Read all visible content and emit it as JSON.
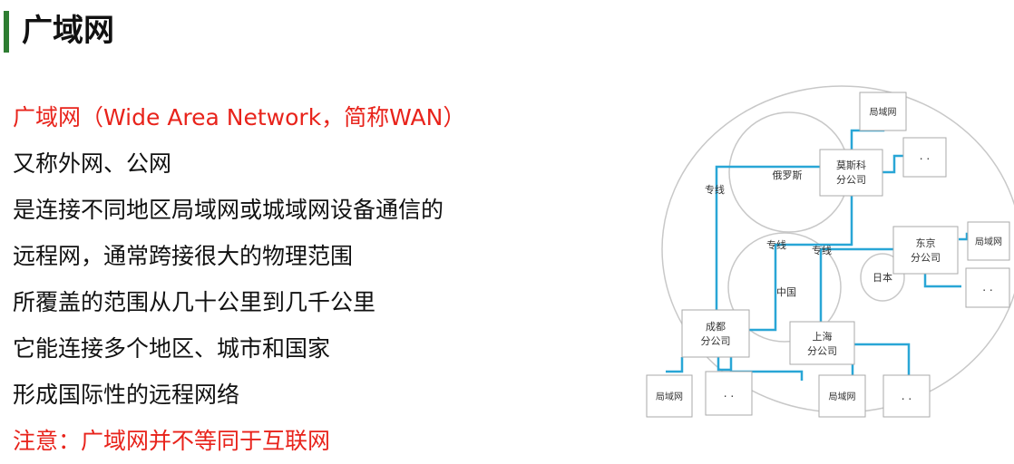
{
  "page": {
    "title": "广域网"
  },
  "text_lines": [
    {
      "text": "广域网（Wide Area Network，简称WAN）",
      "color": "#e8231b"
    },
    {
      "text": "又称外网、公网",
      "color": "#111111"
    },
    {
      "text": "是连接不同地区局域网或城域网设备通信的",
      "color": "#111111"
    },
    {
      "text": "远程网，通常跨接很大的物理范围",
      "color": "#111111"
    },
    {
      "text": "所覆盖的范围从几十公里到几千公里",
      "color": "#111111"
    },
    {
      "text": "它能连接多个地区、城市和国家",
      "color": "#111111"
    },
    {
      "text": "形成国际性的远程网络",
      "color": "#111111"
    },
    {
      "text": "注意：广域网并不等同于互联网",
      "color": "#e8231b"
    }
  ],
  "diagram": {
    "link_color": "#29a6d6",
    "regions": {
      "russia": "俄罗斯",
      "china": "中国",
      "japan": "日本"
    },
    "offices": {
      "moscow": [
        "莫斯科",
        "分公司"
      ],
      "tokyo": [
        "东京",
        "分公司"
      ],
      "chengdu": [
        "成都",
        "分公司"
      ],
      "shanghai": [
        "上海",
        "分公司"
      ]
    },
    "lan_label": "局域网",
    "dots_label": ". .",
    "leased_line_label": "专线"
  }
}
